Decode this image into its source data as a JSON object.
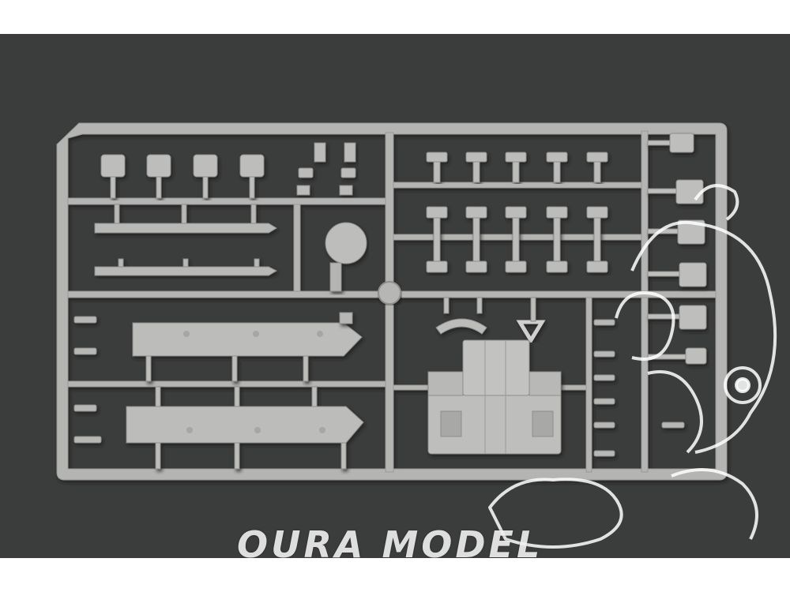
{
  "photo": {
    "subject": "plastic-model-sprue",
    "background_color": "#3b3c3c",
    "part_color": "#b9b9b7",
    "frame_color": "#a9a9a7"
  },
  "watermark": {
    "text": "OURA MODEL",
    "color": "#ffffff",
    "logo": "cartoon-mascot-watermark"
  }
}
